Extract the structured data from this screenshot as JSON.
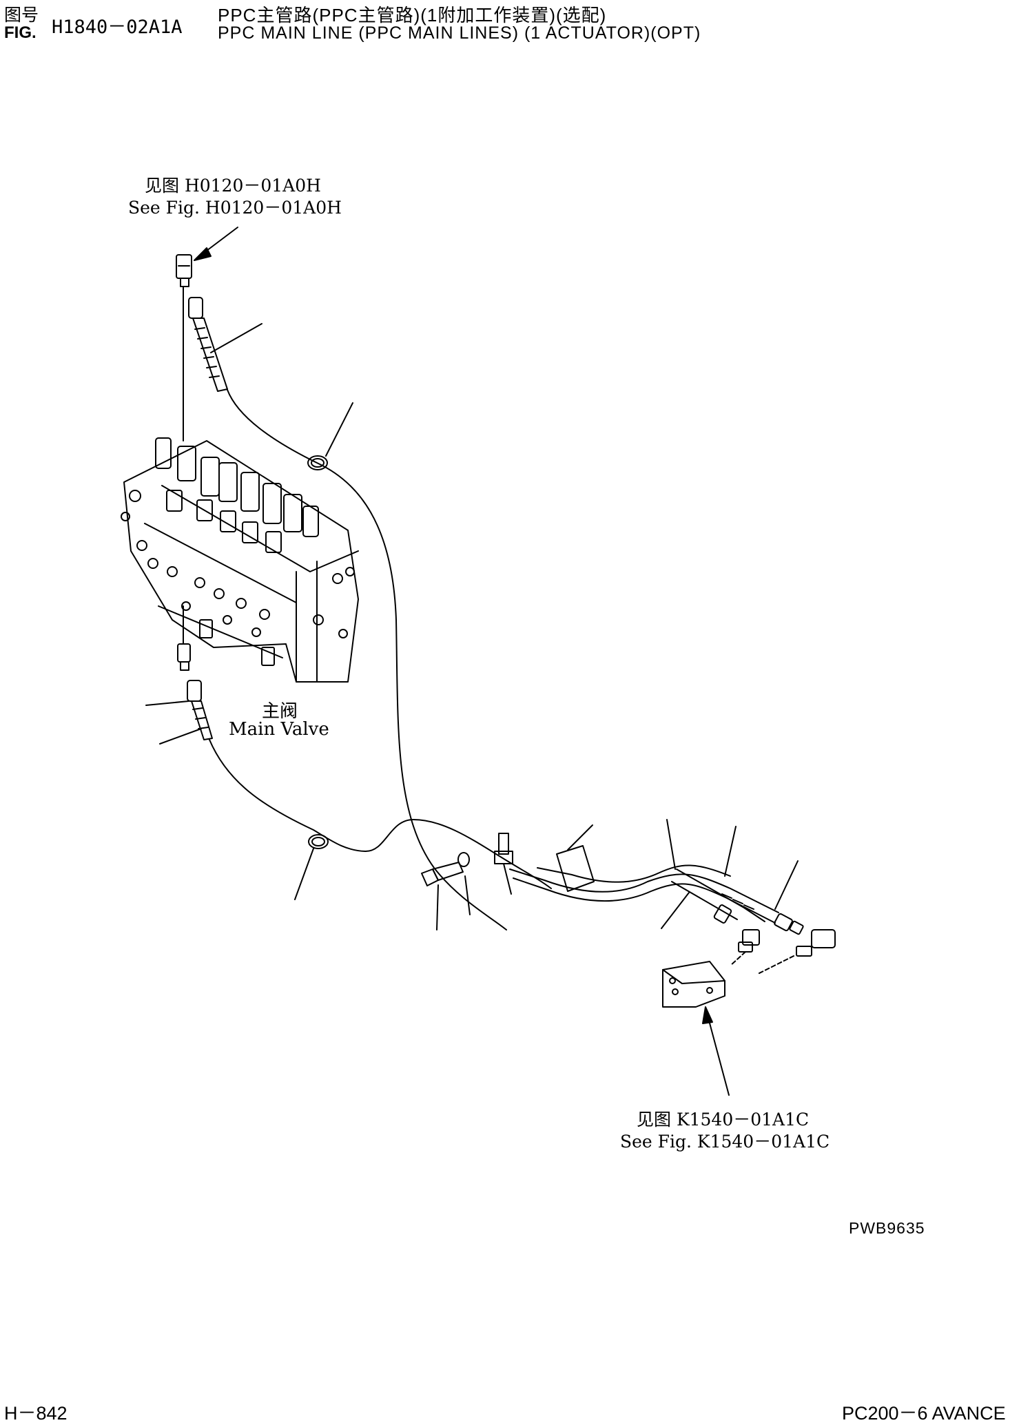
{
  "header": {
    "fig_cn": "图号",
    "fig_en": "FIG.",
    "fig_number": "H1840－02A1A",
    "title_cn": "PPC主管路(PPC主管路)(1附加工作装置)(选配)",
    "title_en": "PPC MAIN LINE (PPC MAIN LINES) (1 ACTUATOR)(OPT)"
  },
  "callouts": {
    "ref_top": {
      "cn": "见图 H0120－01A0H",
      "en": "See Fig. H0120－01A0H"
    },
    "main_valve": {
      "cn": "主阀",
      "en": "Main Valve"
    },
    "ref_bottom": {
      "cn": "见图 K1540－01A1C",
      "en": "See Fig. K1540－01A1C"
    }
  },
  "drawing_code": "PWB9635",
  "footer": {
    "page": "H－842",
    "model": "PC200－6 AVANCE"
  },
  "colors": {
    "ink": "#000000",
    "paper": "#ffffff"
  }
}
